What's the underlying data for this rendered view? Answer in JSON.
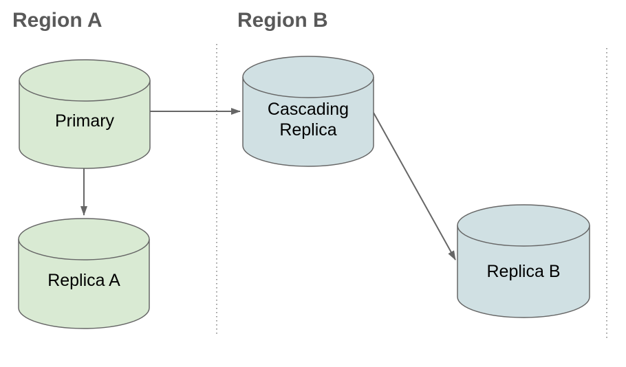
{
  "diagram": {
    "region_a": {
      "title": "Region A"
    },
    "region_b": {
      "title": "Region B"
    },
    "nodes": {
      "primary": {
        "label": "Primary",
        "shape": "database-cylinder",
        "region": "Region A"
      },
      "cascading_replica": {
        "label": "Cascading Replica",
        "label_line1": "Cascading",
        "label_line2": "Replica",
        "shape": "database-cylinder",
        "region": "Region B"
      },
      "replica_a": {
        "label": "Replica A",
        "shape": "database-cylinder",
        "region": "Region A"
      },
      "replica_b": {
        "label": "Replica B",
        "shape": "database-cylinder",
        "region": "Region B"
      }
    },
    "edges": [
      {
        "from": "Primary",
        "to": "Cascading Replica",
        "style": "arrow"
      },
      {
        "from": "Primary",
        "to": "Replica A",
        "style": "arrow"
      },
      {
        "from": "Cascading Replica",
        "to": "Replica B",
        "style": "arrow"
      }
    ],
    "colors": {
      "green_fill": "#d9ead3",
      "blue_fill": "#d0e0e3",
      "outline": "#666666",
      "arrow": "#666666",
      "divider": "#7a7a7a",
      "region_title": "#595959",
      "node_label": "#000000",
      "background": "#ffffff"
    }
  }
}
